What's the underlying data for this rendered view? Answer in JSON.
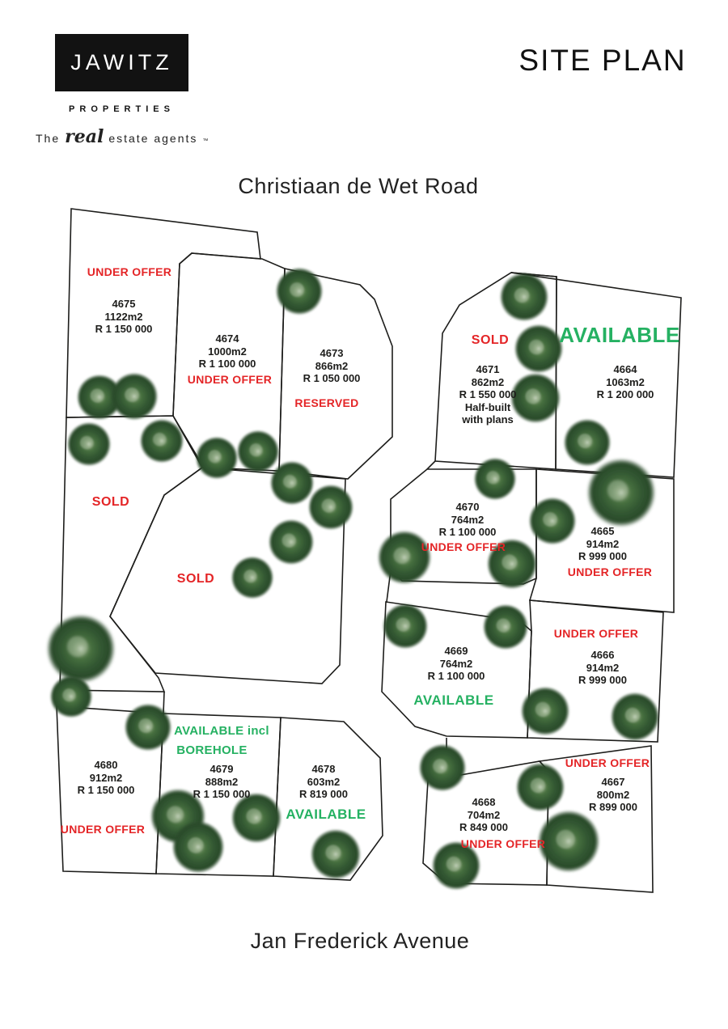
{
  "header": {
    "title": "SITE PLAN",
    "logo": {
      "brand": "JAWITZ",
      "properties": "PROPERTIES",
      "tagline_pre": "The",
      "tagline_script": "real",
      "tagline_post": "estate agents",
      "tm": "™"
    }
  },
  "roads": {
    "top": "Christiaan de Wet Road",
    "bottom": "Jan Frederick Avenue"
  },
  "colors": {
    "status_red": "#e42527",
    "status_green": "#25b162",
    "ink": "#1d1d1b"
  },
  "plots": {
    "p4675": {
      "erf": "4675",
      "size": "1122m2",
      "price": "R 1 150 000",
      "status": "UNDER OFFER",
      "status_color": "red"
    },
    "p4674": {
      "erf": "4674",
      "size": "1000m2",
      "price": "R 1 100 000",
      "status": "UNDER OFFER",
      "status_color": "red"
    },
    "p4673": {
      "erf": "4673",
      "size": "866m2",
      "price": "R 1 050 000",
      "status": "RESERVED",
      "status_color": "red"
    },
    "p4671": {
      "erf": "4671",
      "size": "862m2",
      "price": "R 1 550 000",
      "note1": "Half-built",
      "note2": "with plans",
      "status": "SOLD",
      "status_color": "red"
    },
    "p4664": {
      "erf": "4664",
      "size": "1063m2",
      "price": "R 1 200 000",
      "status": "AVAILABLE",
      "status_color": "green"
    },
    "sold_left": {
      "status": "SOLD",
      "status_color": "red"
    },
    "sold_central": {
      "status": "SOLD",
      "status_color": "red"
    },
    "p4670": {
      "erf": "4670",
      "size": "764m2",
      "price": "R 1 100 000",
      "status": "UNDER OFFER",
      "status_color": "red"
    },
    "p4665": {
      "erf": "4665",
      "size": "914m2",
      "price": "R 999 000",
      "status": "UNDER OFFER",
      "status_color": "red"
    },
    "p4669": {
      "erf": "4669",
      "size": "764m2",
      "price": "R 1 100 000",
      "status": "AVAILABLE",
      "status_color": "green"
    },
    "p4666": {
      "erf": "4666",
      "size": "914m2",
      "price": "R 999 000",
      "status": "UNDER OFFER",
      "status_color": "red"
    },
    "p4668": {
      "erf": "4668",
      "size": "704m2",
      "price": "R 849 000",
      "status": "UNDER OFFER",
      "status_color": "red"
    },
    "p4667": {
      "erf": "4667",
      "size": "800m2",
      "price": "R 899 000",
      "status": "UNDER OFFER",
      "status_color": "red"
    },
    "p4680": {
      "erf": "4680",
      "size": "912m2",
      "price": "R 1 150 000",
      "status": "UNDER OFFER",
      "status_color": "red"
    },
    "p4679": {
      "erf": "4679",
      "size": "888m2",
      "price": "R 1 150 000",
      "status_line1": "AVAILABLE incl",
      "status_line2": "BOREHOLE",
      "status_color": "green"
    },
    "p4678": {
      "erf": "4678",
      "size": "603m2",
      "price": "R 819 000",
      "status": "AVAILABLE",
      "status_color": "green"
    }
  }
}
